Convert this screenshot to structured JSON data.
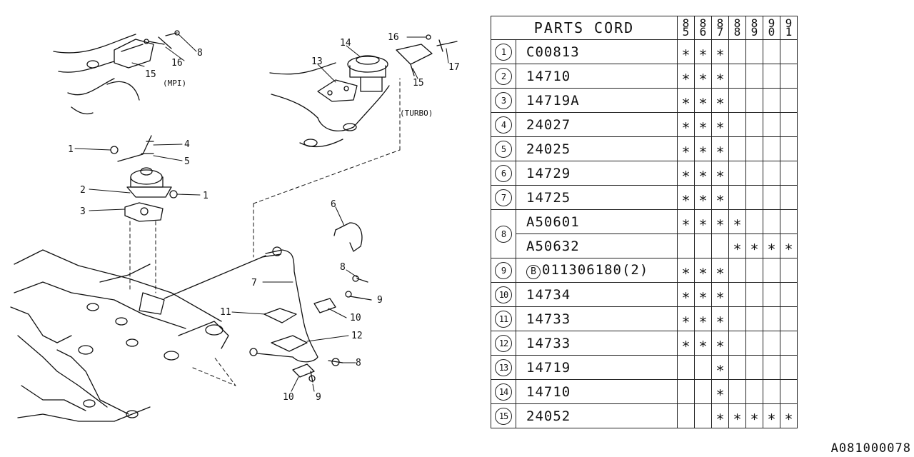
{
  "table": {
    "header": "PARTS CORD",
    "years": [
      [
        "8",
        "5"
      ],
      [
        "8",
        "6"
      ],
      [
        "8",
        "7"
      ],
      [
        "8",
        "8"
      ],
      [
        "8",
        "9"
      ],
      [
        "9",
        "0"
      ],
      [
        "9",
        "1"
      ]
    ],
    "mark": "∗",
    "rows": [
      {
        "num": "1",
        "code": "C00813",
        "marks": [
          1,
          1,
          1,
          0,
          0,
          0,
          0
        ]
      },
      {
        "num": "2",
        "code": "14710",
        "marks": [
          1,
          1,
          1,
          0,
          0,
          0,
          0
        ]
      },
      {
        "num": "3",
        "code": "14719A",
        "marks": [
          1,
          1,
          1,
          0,
          0,
          0,
          0
        ]
      },
      {
        "num": "4",
        "code": "24027",
        "marks": [
          1,
          1,
          1,
          0,
          0,
          0,
          0
        ]
      },
      {
        "num": "5",
        "code": "24025",
        "marks": [
          1,
          1,
          1,
          0,
          0,
          0,
          0
        ]
      },
      {
        "num": "6",
        "code": "14729",
        "marks": [
          1,
          1,
          1,
          0,
          0,
          0,
          0
        ]
      },
      {
        "num": "7",
        "code": "14725",
        "marks": [
          1,
          1,
          1,
          0,
          0,
          0,
          0
        ]
      },
      {
        "num": "8",
        "code": "A50601",
        "marks": [
          1,
          1,
          1,
          1,
          0,
          0,
          0
        ],
        "span": 2
      },
      {
        "num": "",
        "code": "A50632",
        "marks": [
          0,
          0,
          0,
          1,
          1,
          1,
          1
        ]
      },
      {
        "num": "9",
        "prefix": "B",
        "code": "011306180(2)",
        "marks": [
          1,
          1,
          1,
          0,
          0,
          0,
          0
        ]
      },
      {
        "num": "10",
        "code": "14734",
        "marks": [
          1,
          1,
          1,
          0,
          0,
          0,
          0
        ]
      },
      {
        "num": "11",
        "code": "14733",
        "marks": [
          1,
          1,
          1,
          0,
          0,
          0,
          0
        ]
      },
      {
        "num": "12",
        "code": "14733",
        "marks": [
          1,
          1,
          1,
          0,
          0,
          0,
          0
        ]
      },
      {
        "num": "13",
        "code": "14719",
        "marks": [
          0,
          0,
          1,
          0,
          0,
          0,
          0
        ]
      },
      {
        "num": "14",
        "code": "14710",
        "marks": [
          0,
          0,
          1,
          0,
          0,
          0,
          0
        ]
      },
      {
        "num": "15",
        "code": "24052",
        "marks": [
          0,
          0,
          1,
          1,
          1,
          1,
          1
        ]
      }
    ]
  },
  "diagram": {
    "labels": {
      "mpi": "(MPI)",
      "turbo": "(TURBO)",
      "c1a": "1",
      "c1b": "1",
      "c2": "2",
      "c3": "3",
      "c4": "4",
      "c5": "5",
      "c6": "6",
      "c7": "7",
      "c8a": "8",
      "c8b": "8",
      "c8c": "8",
      "c9a": "9",
      "c9b": "9",
      "c10a": "10",
      "c10b": "10",
      "c11": "11",
      "c12": "12",
      "c13": "13",
      "c14": "14",
      "c15a": "15",
      "c15b": "15",
      "c16a": "16",
      "c16b": "16",
      "c17": "17"
    }
  },
  "footer": {
    "doc_id": "A081000078"
  }
}
